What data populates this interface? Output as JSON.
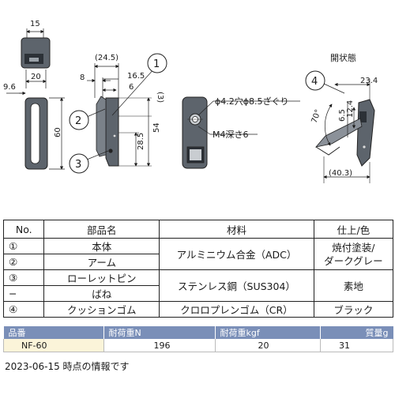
{
  "drawing": {
    "dim_width_top": "15",
    "dim_width_front": "20",
    "dim_side_offset": "9.6",
    "dim_height_front": "60",
    "dim_total_depth": "(24.5)",
    "dim_8": "8",
    "dim_16_5": "16.5",
    "dim_6": "6",
    "dim_3_paren": "(3)",
    "dim_54": "54",
    "dim_28_5": "28.5",
    "hole_spec": "ϕ4.2穴ϕ8.5ざぐり",
    "thread_spec": "M4深さ6",
    "open_state_label": "開状態",
    "dim_23_4": "23.4",
    "dim_70deg": "70°",
    "dim_6_5": "6.5",
    "dim_12_4": "12.4",
    "dim_40_3": "(40.3)",
    "callouts": [
      "1",
      "2",
      "3",
      "4"
    ]
  },
  "parts_table": {
    "headers": [
      "No.",
      "部品名",
      "材料",
      "仕上/色"
    ],
    "rows": [
      {
        "no": "①",
        "name": "本体"
      },
      {
        "no": "②",
        "name": "アーム"
      },
      {
        "no": "③",
        "name": "ローレットピン"
      },
      {
        "no": "−",
        "name": "ばね"
      },
      {
        "no": "④",
        "name": "クッションゴム"
      }
    ],
    "material_1": "アルミニウム合金（ADC）",
    "finish_1": "焼付塗装/ダークグレー",
    "finish_1a": "焼付塗装/",
    "finish_1b": "ダークグレー",
    "material_2": "ステンレス鋼（SUS304）",
    "finish_2": "素地",
    "material_3": "クロロプレンゴム（CR）",
    "finish_3": "ブラック"
  },
  "spec_table": {
    "headers": [
      "品番",
      "耐荷重N",
      "耐荷重kgf",
      "質量g"
    ],
    "row": [
      "NF-60",
      "196",
      "20",
      "31"
    ]
  },
  "footer_note": "2023-06-15 時点の情報です"
}
